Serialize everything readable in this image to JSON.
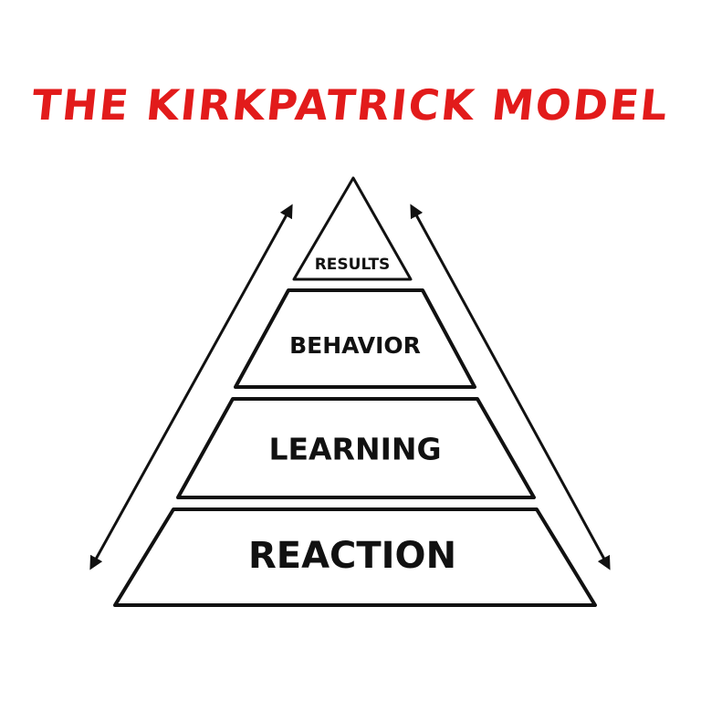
{
  "title": "THE KIRKPATRICK MODEL",
  "colors": {
    "title": "#e21b1b",
    "ink": "#111111",
    "background": "#ffffff"
  },
  "levels": [
    {
      "label": "RESULTS"
    },
    {
      "label": "BEHAVIOR"
    },
    {
      "label": "LEARNING"
    },
    {
      "label": "REACTION"
    }
  ],
  "arrows": [
    {
      "name": "left-double-arrow-icon"
    },
    {
      "name": "right-double-arrow-icon"
    }
  ]
}
